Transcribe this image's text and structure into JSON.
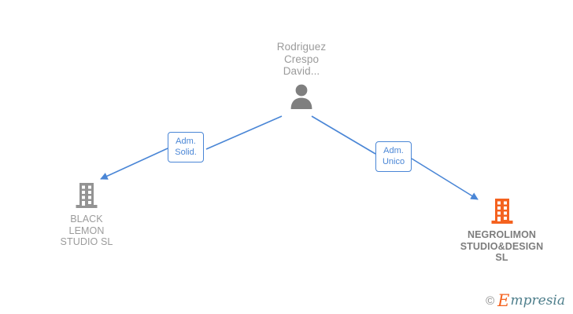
{
  "diagram": {
    "type": "org-relationship-graph",
    "background_color": "#ffffff",
    "edge_color": "#4a86d6",
    "root": {
      "name": "Rodriguez\nCrespo\nDavid...",
      "icon": "person-icon",
      "icon_color": "#7f7f7f"
    },
    "nodes": [
      {
        "id": "black-lemon-studio",
        "label": "BLACK\nLEMON\nSTUDIO  SL",
        "icon": "building-icon",
        "icon_color": "#939393",
        "text_color": "#9b9b9b",
        "emphasis": "normal"
      },
      {
        "id": "negrolimon-studio-design",
        "label": "NEGROLIMON\nSTUDIO&DESIGN\nSL",
        "icon": "building-icon",
        "icon_color": "#f4621f",
        "text_color": "#7d7d7d",
        "emphasis": "bold"
      }
    ],
    "edges": [
      {
        "id": "edge-left",
        "from": "rodriguez-crespo-david",
        "to": "black-lemon-studio",
        "label": "Adm.\nSolid."
      },
      {
        "id": "edge-right",
        "from": "rodriguez-crespo-david",
        "to": "negrolimon-studio-design",
        "label": "Adm.\nUnico"
      }
    ]
  },
  "watermark": {
    "copyright": "©",
    "brand_initial": "E",
    "brand_rest": "mpresia",
    "initial_color": "#f4621f",
    "rest_color": "#4f7f8c"
  }
}
